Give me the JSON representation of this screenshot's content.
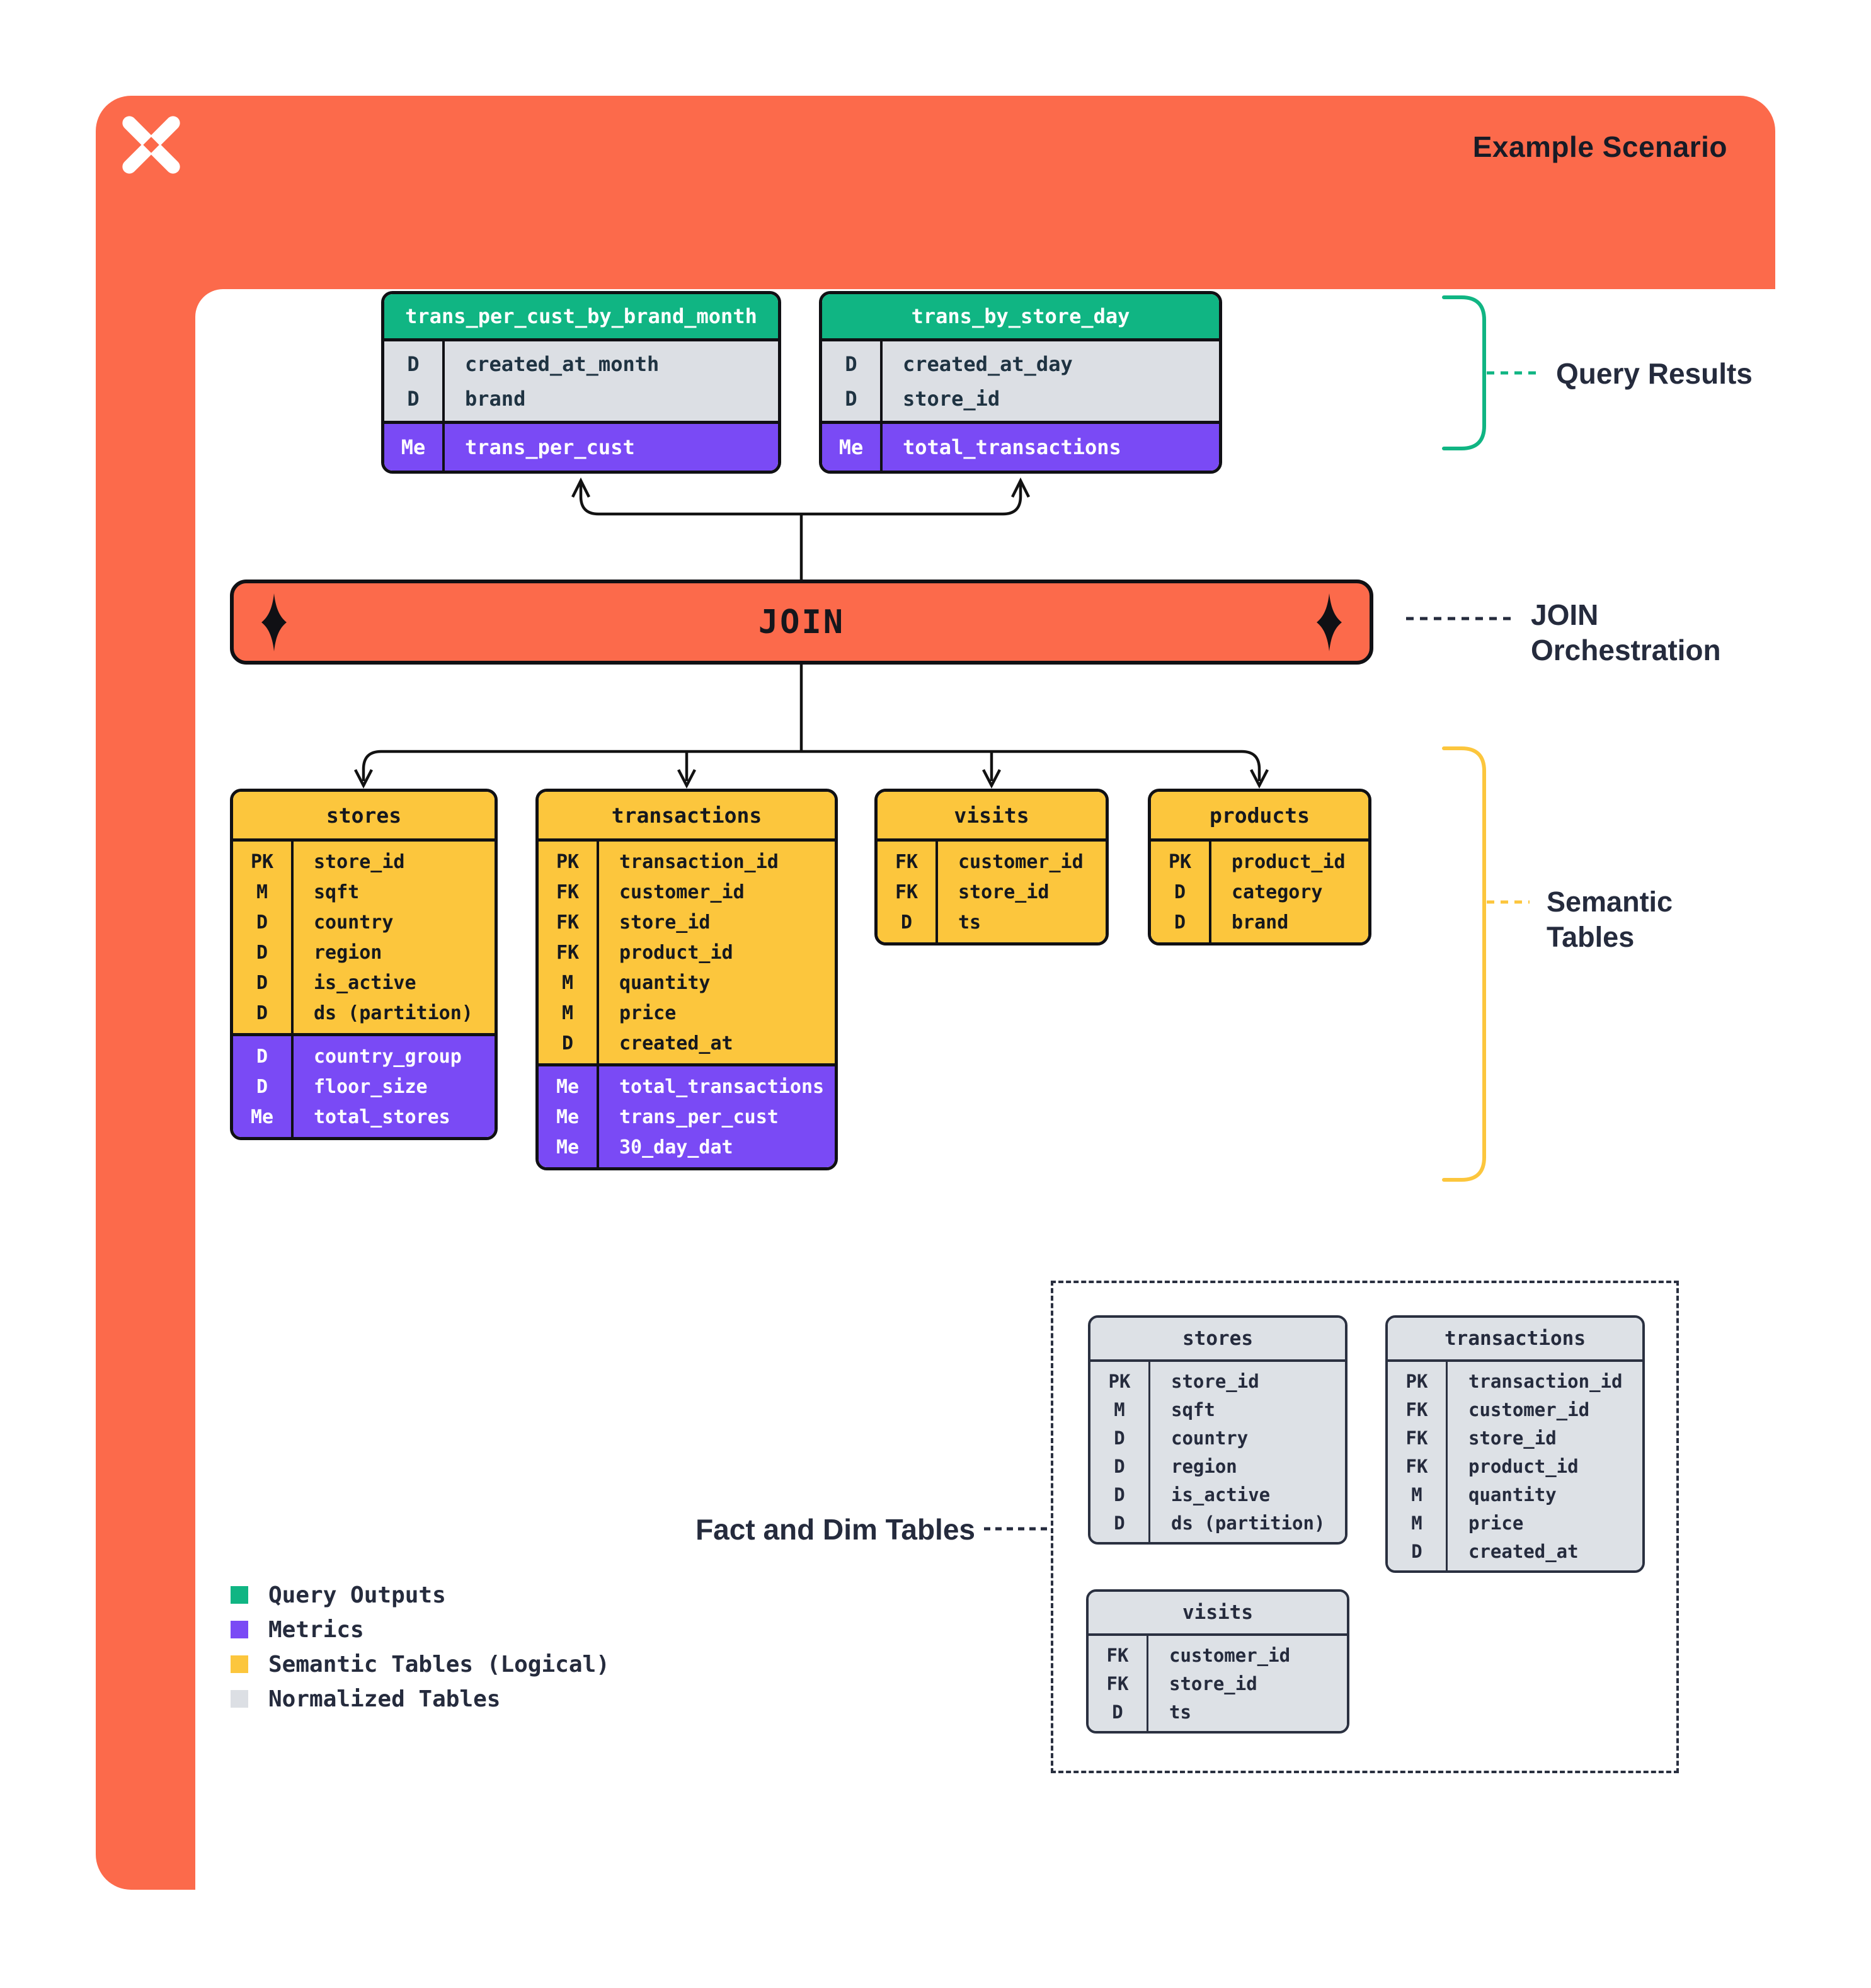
{
  "header": {
    "title": "Example Scenario",
    "logo": "dagster-mark-icon"
  },
  "colors": {
    "accent_orange": "#FC6A4B",
    "query_outputs_green": "#10B583",
    "metrics_purple": "#7A4AF5",
    "semantic_yellow": "#FCC63D",
    "normalized_gray": "#DCDFE4",
    "ink_dark": "#252B3D"
  },
  "join": {
    "label": "JOIN"
  },
  "annotations": {
    "query_results": "Query Results",
    "join_orchestration_line1": "JOIN",
    "join_orchestration_line2": "Orchestration",
    "semantic_tables_line1": "Semantic",
    "semantic_tables_line2": "Tables",
    "fact_dim": "Fact and Dim Tables"
  },
  "legend": {
    "items": [
      {
        "label": "Query Outputs",
        "color": "#10B583"
      },
      {
        "label": "Metrics",
        "color": "#7A4AF5"
      },
      {
        "label": "Semantic Tables (Logical)",
        "color": "#FCC63D"
      },
      {
        "label": "Normalized Tables",
        "color": "#DCDFE4"
      }
    ]
  },
  "green_tables": [
    {
      "name": "trans_per_cust_by_brand_month",
      "dims": [
        {
          "k": "D",
          "v": "created_at_month"
        },
        {
          "k": "D",
          "v": "brand"
        }
      ],
      "metrics": [
        {
          "k": "Me",
          "v": "trans_per_cust"
        }
      ]
    },
    {
      "name": "trans_by_store_day",
      "dims": [
        {
          "k": "D",
          "v": "created_at_day"
        },
        {
          "k": "D",
          "v": "store_id"
        }
      ],
      "metrics": [
        {
          "k": "Me",
          "v": "total_transactions"
        }
      ]
    }
  ],
  "yellow_tables": [
    {
      "name": "stores",
      "fields": [
        {
          "k": "PK",
          "v": "store_id"
        },
        {
          "k": "M",
          "v": "sqft"
        },
        {
          "k": "D",
          "v": "country"
        },
        {
          "k": "D",
          "v": "region"
        },
        {
          "k": "D",
          "v": "is_active"
        },
        {
          "k": "D",
          "v": "ds (partition)"
        }
      ],
      "metrics": [
        {
          "k": "D",
          "v": "country_group"
        },
        {
          "k": "D",
          "v": "floor_size"
        },
        {
          "k": "Me",
          "v": "total_stores"
        }
      ]
    },
    {
      "name": "transactions",
      "fields": [
        {
          "k": "PK",
          "v": "transaction_id"
        },
        {
          "k": "FK",
          "v": "customer_id"
        },
        {
          "k": "FK",
          "v": "store_id"
        },
        {
          "k": "FK",
          "v": "product_id"
        },
        {
          "k": "M",
          "v": "quantity"
        },
        {
          "k": "M",
          "v": "price"
        },
        {
          "k": "D",
          "v": "created_at"
        }
      ],
      "metrics": [
        {
          "k": "Me",
          "v": "total_transactions"
        },
        {
          "k": "Me",
          "v": "trans_per_cust"
        },
        {
          "k": "Me",
          "v": "30_day_dat"
        }
      ]
    },
    {
      "name": "visits",
      "fields": [
        {
          "k": "FK",
          "v": "customer_id"
        },
        {
          "k": "FK",
          "v": "store_id"
        },
        {
          "k": "D",
          "v": "ts"
        }
      ],
      "metrics": []
    },
    {
      "name": "products",
      "fields": [
        {
          "k": "PK",
          "v": "product_id"
        },
        {
          "k": "D",
          "v": "category"
        },
        {
          "k": "D",
          "v": "brand"
        }
      ],
      "metrics": []
    }
  ],
  "gray_tables": [
    {
      "name": "stores",
      "fields": [
        {
          "k": "PK",
          "v": "store_id"
        },
        {
          "k": "M",
          "v": "sqft"
        },
        {
          "k": "D",
          "v": "country"
        },
        {
          "k": "D",
          "v": "region"
        },
        {
          "k": "D",
          "v": "is_active"
        },
        {
          "k": "D",
          "v": "ds (partition)"
        }
      ]
    },
    {
      "name": "transactions",
      "fields": [
        {
          "k": "PK",
          "v": "transaction_id"
        },
        {
          "k": "FK",
          "v": "customer_id"
        },
        {
          "k": "FK",
          "v": "store_id"
        },
        {
          "k": "FK",
          "v": "product_id"
        },
        {
          "k": "M",
          "v": "quantity"
        },
        {
          "k": "M",
          "v": "price"
        },
        {
          "k": "D",
          "v": "created_at"
        }
      ]
    },
    {
      "name": "visits",
      "fields": [
        {
          "k": "FK",
          "v": "customer_id"
        },
        {
          "k": "FK",
          "v": "store_id"
        },
        {
          "k": "D",
          "v": "ts"
        }
      ]
    }
  ]
}
